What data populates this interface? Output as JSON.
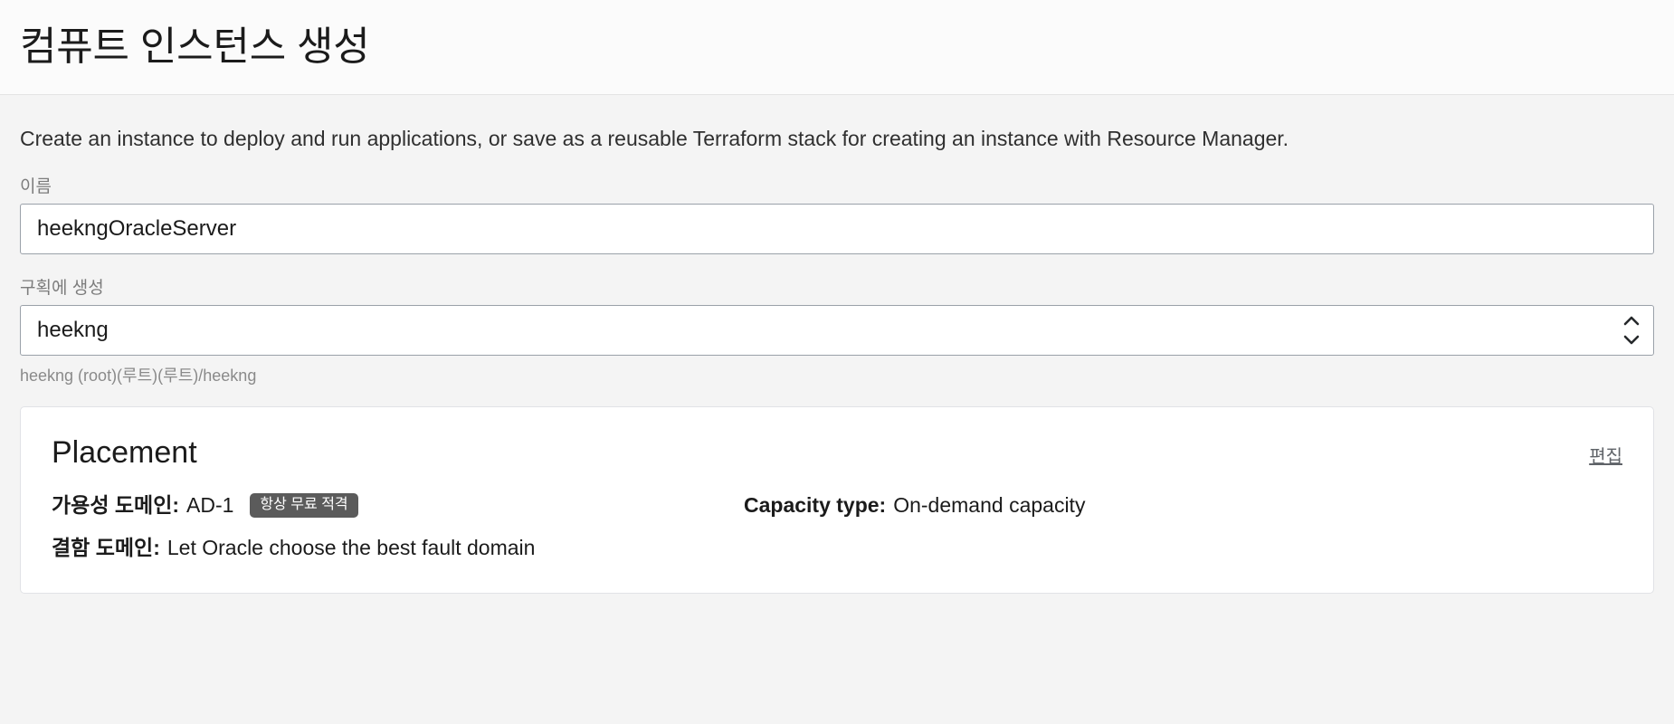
{
  "header": {
    "title": "컴퓨트 인스턴스 생성"
  },
  "main": {
    "intro": "Create an instance to deploy and run applications, or save as a reusable Terraform stack for creating an instance with Resource Manager.",
    "name_field": {
      "label": "이름",
      "value": "heekngOracleServer",
      "placeholder": "이름"
    },
    "compartment_field": {
      "label": "구획에 생성",
      "value": "heekng",
      "helper": "heekng (root)(루트)(루트)/heekng",
      "stepper_icon": "chevron-up-down-icon"
    },
    "placement_card": {
      "title": "Placement",
      "edit_label": "편집",
      "details": [
        {
          "key": "가용성 도메인:",
          "value": "AD-1",
          "badge": "항상 무료 적격"
        },
        {
          "key": "Capacity type:",
          "value": "On-demand capacity",
          "badge": ""
        },
        {
          "key": "결함 도메인:",
          "value": "Let Oracle choose the best fault domain",
          "badge": ""
        }
      ]
    }
  },
  "colors": {
    "page_background": "#f4f4f4",
    "header_background": "#fbfbfb",
    "card_background": "#ffffff",
    "badge_background": "#5b5b5b",
    "input_border": "#9aa1a9",
    "muted_text": "#7c7c7c"
  }
}
